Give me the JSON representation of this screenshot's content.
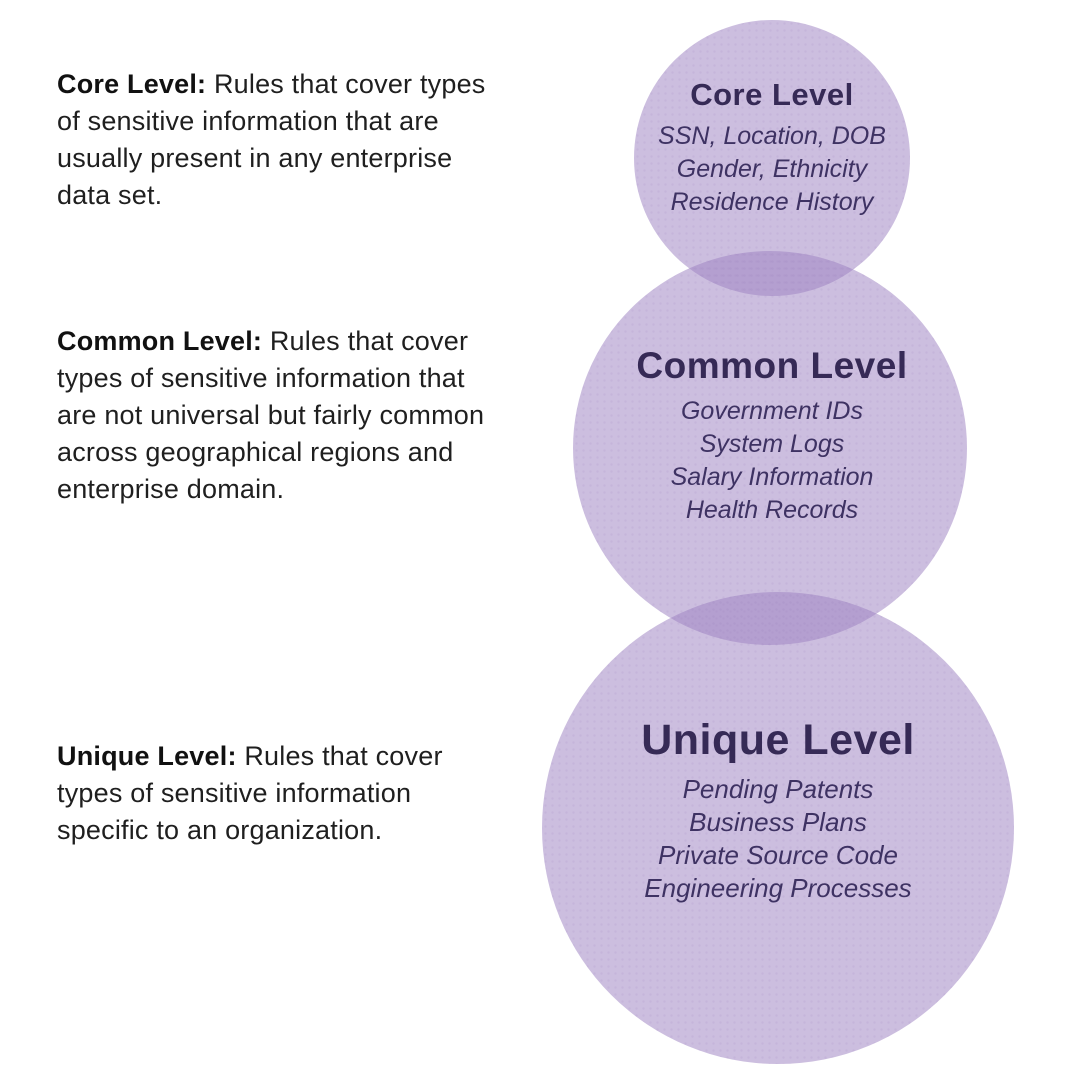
{
  "colors": {
    "background": "#ffffff",
    "circle_fill": "rgba(158,131,194,0.52)",
    "circle_fill_flat": "#cdbfdf",
    "circle_overlap": "#b4a0d0",
    "title_text": "#362a56",
    "item_text": "#3e3263",
    "description_text": "#1f1f1f"
  },
  "descriptions": [
    {
      "label": "Core Level:",
      "text": "Rules that cover types of sensitive information that are usually present in any enterprise data set."
    },
    {
      "label": "Common Level:",
      "text": "Rules that cover types of sensitive information that are not universal but fairly common across geographical regions and enterprise domain."
    },
    {
      "label": "Unique Level:",
      "text": "Rules that cover types of sensitive information specific to an organization."
    }
  ],
  "circles": [
    {
      "title": "Core Level",
      "items": [
        "SSN, Location, DOB",
        "Gender, Ethnicity",
        "Residence History"
      ]
    },
    {
      "title": "Common Level",
      "items": [
        "Government IDs",
        "System Logs",
        "Salary Information",
        "Health Records"
      ]
    },
    {
      "title": "Unique Level",
      "items": [
        "Pending Patents",
        "Business Plans",
        "Private Source Code",
        "Engineering Processes"
      ]
    }
  ]
}
